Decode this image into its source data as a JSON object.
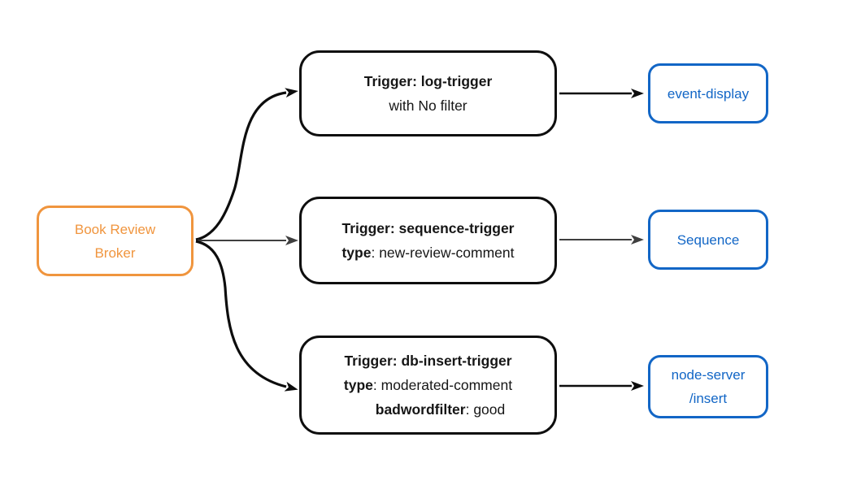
{
  "diagram": {
    "type": "event-broker-flow",
    "background": "#ffffff",
    "colors": {
      "broker_accent": "#F0953E",
      "sink_accent": "#1266C6",
      "edge_black": "#0d0d0d",
      "edge_gray": "#3f3f3f",
      "trigger_text": "#161616"
    }
  },
  "nodes": {
    "broker": {
      "line1": "Book Review",
      "line2": "Broker"
    },
    "trigger1": {
      "title": "Trigger: log-trigger",
      "subtitle": "with No filter"
    },
    "trigger2": {
      "title": "Trigger: sequence-trigger",
      "attr1_key": "type",
      "attr1_val": ": new-review-comment"
    },
    "trigger3": {
      "title": "Trigger: db-insert-trigger",
      "attr1_key": "type",
      "attr1_val": ": moderated-comment",
      "attr2_key": "badwordfilter",
      "attr2_val": ": good"
    },
    "sink1": {
      "label": "event-display"
    },
    "sink2": {
      "label": "Sequence"
    },
    "sink3": {
      "line1": "node-server",
      "line2": "/insert"
    }
  },
  "edges": [
    {
      "from": "broker",
      "to": "trigger1",
      "style": "curved",
      "color": "black"
    },
    {
      "from": "broker",
      "to": "trigger2",
      "style": "straight",
      "color": "gray"
    },
    {
      "from": "broker",
      "to": "trigger3",
      "style": "curved",
      "color": "black"
    },
    {
      "from": "trigger1",
      "to": "sink1",
      "style": "straight",
      "color": "black"
    },
    {
      "from": "trigger2",
      "to": "sink2",
      "style": "straight",
      "color": "gray"
    },
    {
      "from": "trigger3",
      "to": "sink3",
      "style": "straight",
      "color": "black"
    }
  ]
}
